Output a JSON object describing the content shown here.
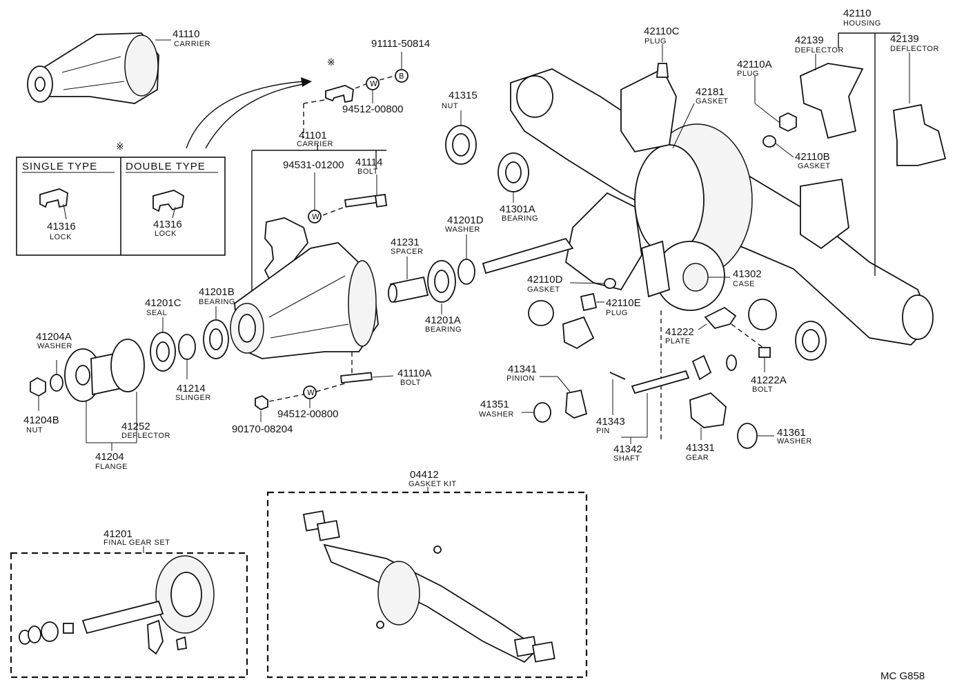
{
  "corner_code": "MC G858",
  "reference_mark": "※",
  "symbols": {
    "W": "W",
    "B": "B"
  },
  "type_box": {
    "single_label": "SINGLE TYPE",
    "double_label": "DOUBLE TYPE"
  },
  "labels": {
    "p41110": {
      "num": "41110",
      "name": "CARRIER"
    },
    "p91111": {
      "num": "91111-50814",
      "name": ""
    },
    "p94512a": {
      "num": "94512-00800",
      "name": ""
    },
    "p41101": {
      "num": "41101",
      "name": "CARRIER"
    },
    "p94531": {
      "num": "94531-01200",
      "name": ""
    },
    "p41114": {
      "num": "41114",
      "name": "BOLT"
    },
    "p41316s": {
      "num": "41316",
      "name": "LOCK"
    },
    "p41316d": {
      "num": "41316",
      "name": "LOCK"
    },
    "p41315": {
      "num": "41315",
      "name": "NUT"
    },
    "p41301A": {
      "num": "41301A",
      "name": "BEARING"
    },
    "p41201D": {
      "num": "41201D",
      "name": "WASHER"
    },
    "p41231": {
      "num": "41231",
      "name": "SPACER"
    },
    "p41201A": {
      "num": "41201A",
      "name": "BEARING"
    },
    "p41201B": {
      "num": "41201B",
      "name": "BEARING"
    },
    "p41201C": {
      "num": "41201C",
      "name": "SEAL"
    },
    "p41204A": {
      "num": "41204A",
      "name": "WASHER"
    },
    "p41204B": {
      "num": "41204B",
      "name": "NUT"
    },
    "p41214": {
      "num": "41214",
      "name": "SLINGER"
    },
    "p41252": {
      "num": "41252",
      "name": "DEFLECTOR"
    },
    "p41204": {
      "num": "41204",
      "name": "FLANGE"
    },
    "p41110A": {
      "num": "41110A",
      "name": "BOLT"
    },
    "p94512b": {
      "num": "94512-00800",
      "name": ""
    },
    "p90170": {
      "num": "90170-08204",
      "name": ""
    },
    "p42110C": {
      "num": "42110C",
      "name": "PLUG"
    },
    "p42181": {
      "num": "42181",
      "name": "GASKET"
    },
    "p42110A": {
      "num": "42110A",
      "name": "PLUG"
    },
    "p42110B": {
      "num": "42110B",
      "name": "GASKET"
    },
    "p42110": {
      "num": "42110",
      "name": "HOUSING"
    },
    "p42139a": {
      "num": "42139",
      "name": "DEFLECTOR"
    },
    "p42139b": {
      "num": "42139",
      "name": "DEFLECTOR"
    },
    "p42110D": {
      "num": "42110D",
      "name": "GASKET"
    },
    "p42110E": {
      "num": "42110E",
      "name": "PLUG"
    },
    "p41302": {
      "num": "41302",
      "name": "CASE"
    },
    "p41222": {
      "num": "41222",
      "name": "PLATE"
    },
    "p41222A": {
      "num": "41222A",
      "name": "BOLT"
    },
    "p41341": {
      "num": "41341",
      "name": "PINION"
    },
    "p41351": {
      "num": "41351",
      "name": "WASHER"
    },
    "p41343": {
      "num": "41343",
      "name": "PIN"
    },
    "p41342": {
      "num": "41342",
      "name": "SHAFT"
    },
    "p41331": {
      "num": "41331",
      "name": "GEAR"
    },
    "p41361": {
      "num": "41361",
      "name": "WASHER"
    },
    "p04412": {
      "num": "04412",
      "name": "GASKET KIT"
    },
    "p41201": {
      "num": "41201",
      "name": "FINAL GEAR SET"
    }
  }
}
